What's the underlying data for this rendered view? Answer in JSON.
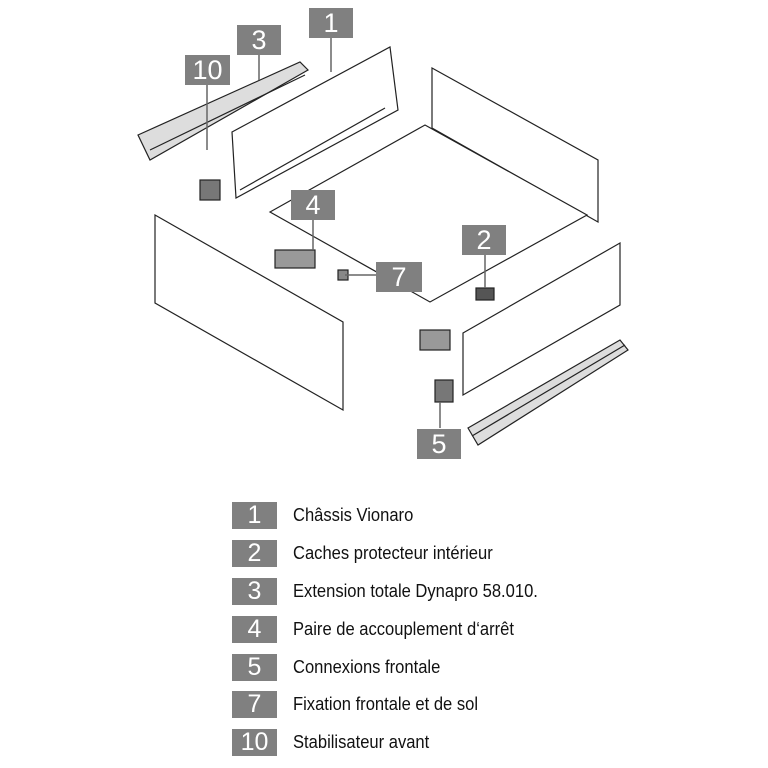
{
  "callouts": {
    "c1": "1",
    "c2": "2",
    "c3": "3",
    "c4": "4",
    "c5": "5",
    "c7": "7",
    "c10": "10"
  },
  "legend": [
    {
      "num": "1",
      "label": "Châssis Vionaro"
    },
    {
      "num": "2",
      "label": "Caches protecteur intérieur"
    },
    {
      "num": "3",
      "label": "Extension totale Dynapro 58.010."
    },
    {
      "num": "4",
      "label": "Paire de accouplement d‘arrêt"
    },
    {
      "num": "5",
      "label": "Connexions frontale"
    },
    {
      "num": "7",
      "label": "Fixation frontale et de sol"
    },
    {
      "num": "10",
      "label": "Stabilisateur avant"
    }
  ]
}
